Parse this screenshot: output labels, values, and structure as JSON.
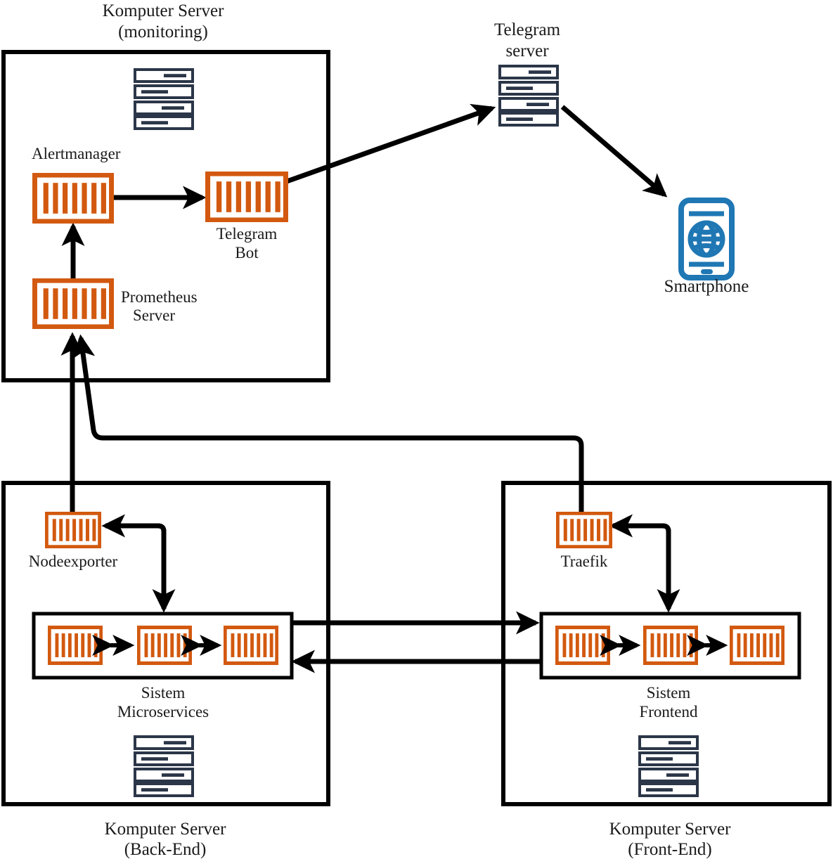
{
  "diagram": {
    "title": "Monitoring architecture with Prometheus, Alertmanager and Telegram",
    "colors": {
      "container_orange": "#d2590f",
      "rack_navy": "#2b3648",
      "phone_blue": "#1f77b4",
      "line_black": "#000000",
      "background": "#ffffff"
    },
    "zones": [
      {
        "id": "monitoring",
        "title_line1": "Komputer Server",
        "title_line2": "(monitoring)",
        "title_position": "top"
      },
      {
        "id": "backend",
        "title_line1": "Komputer Server",
        "title_line2": "(Back-End)",
        "title_position": "bottom"
      },
      {
        "id": "frontend",
        "title_line1": "Komputer Server",
        "title_line2": "(Front-End)",
        "title_position": "bottom"
      }
    ],
    "nodes": [
      {
        "id": "alertmanager",
        "label": "Alertmanager",
        "icon": "container-icon",
        "zone": "monitoring"
      },
      {
        "id": "telegram-bot",
        "label_line1": "Telegram",
        "label_line2": "Bot",
        "icon": "container-icon",
        "zone": "monitoring"
      },
      {
        "id": "prometheus-server",
        "label_line1": "Prometheus",
        "label_line2": "Server",
        "icon": "container-icon",
        "zone": "monitoring"
      },
      {
        "id": "monitoring-rack",
        "label": "",
        "icon": "server-rack-icon",
        "zone": "monitoring"
      },
      {
        "id": "telegram-server",
        "label_line1": "Telegram",
        "label_line2": "server",
        "icon": "server-rack-icon",
        "zone": "external"
      },
      {
        "id": "smartphone",
        "label": "Smartphone",
        "icon": "smartphone-globe-icon",
        "zone": "external"
      },
      {
        "id": "nodeexporter",
        "label": "Nodeexporter",
        "icon": "container-icon",
        "zone": "backend"
      },
      {
        "id": "sistem-microservices",
        "label_line1": "Sistem",
        "label_line2": "Microservices",
        "icon": "group-box",
        "zone": "backend",
        "children": 3
      },
      {
        "id": "backend-rack",
        "label": "",
        "icon": "server-rack-icon",
        "zone": "backend"
      },
      {
        "id": "traefik",
        "label": "Traefik",
        "icon": "container-icon",
        "zone": "frontend"
      },
      {
        "id": "sistem-frontend",
        "label_line1": "Sistem",
        "label_line2": "Frontend",
        "icon": "group-box",
        "zone": "frontend",
        "children": 3
      },
      {
        "id": "frontend-rack",
        "label": "",
        "icon": "server-rack-icon",
        "zone": "frontend"
      }
    ],
    "edges": [
      {
        "from": "alertmanager",
        "to": "telegram-bot",
        "style": "straight-arrow"
      },
      {
        "from": "telegram-bot",
        "to": "telegram-server",
        "style": "diagonal-arrow"
      },
      {
        "from": "telegram-server",
        "to": "smartphone",
        "style": "diagonal-arrow"
      },
      {
        "from": "prometheus-server",
        "to": "alertmanager",
        "style": "straight-arrow-up"
      },
      {
        "from": "nodeexporter",
        "to": "prometheus-server",
        "style": "straight-arrow-up"
      },
      {
        "from": "traefik",
        "to": "prometheus-server",
        "style": "orthogonal-curved-arrow"
      },
      {
        "from": "sistem-microservices",
        "to": "nodeexporter",
        "style": "orthogonal-arrow"
      },
      {
        "from": "nodeexporter",
        "to": "sistem-microservices",
        "style": "orthogonal-arrow"
      },
      {
        "from": "sistem-frontend",
        "to": "traefik",
        "style": "orthogonal-arrow"
      },
      {
        "from": "traefik",
        "to": "sistem-frontend",
        "style": "orthogonal-arrow"
      },
      {
        "from": "sistem-microservices",
        "to": "sistem-frontend",
        "style": "straight-arrow"
      },
      {
        "from": "sistem-frontend",
        "to": "sistem-microservices",
        "style": "straight-arrow"
      }
    ],
    "labels": {
      "monitoring_title_l1": "Komputer Server",
      "monitoring_title_l2": "(monitoring)",
      "telegram_server_l1": "Telegram",
      "telegram_server_l2": "server",
      "alertmanager": "Alertmanager",
      "telegram_bot_l1": "Telegram",
      "telegram_bot_l2": "Bot",
      "prometheus_l1": "Prometheus",
      "prometheus_l2": "Server",
      "smartphone": "Smartphone",
      "nodeexporter": "Nodeexporter",
      "sistem_microservices_l1": "Sistem",
      "sistem_microservices_l2": "Microservices",
      "traefik": "Traefik",
      "sistem_frontend_l1": "Sistem",
      "sistem_frontend_l2": "Frontend",
      "backend_title_l1": "Komputer Server",
      "backend_title_l2": "(Back-End)",
      "frontend_title_l1": "Komputer Server",
      "frontend_title_l2": "(Front-End)"
    }
  }
}
